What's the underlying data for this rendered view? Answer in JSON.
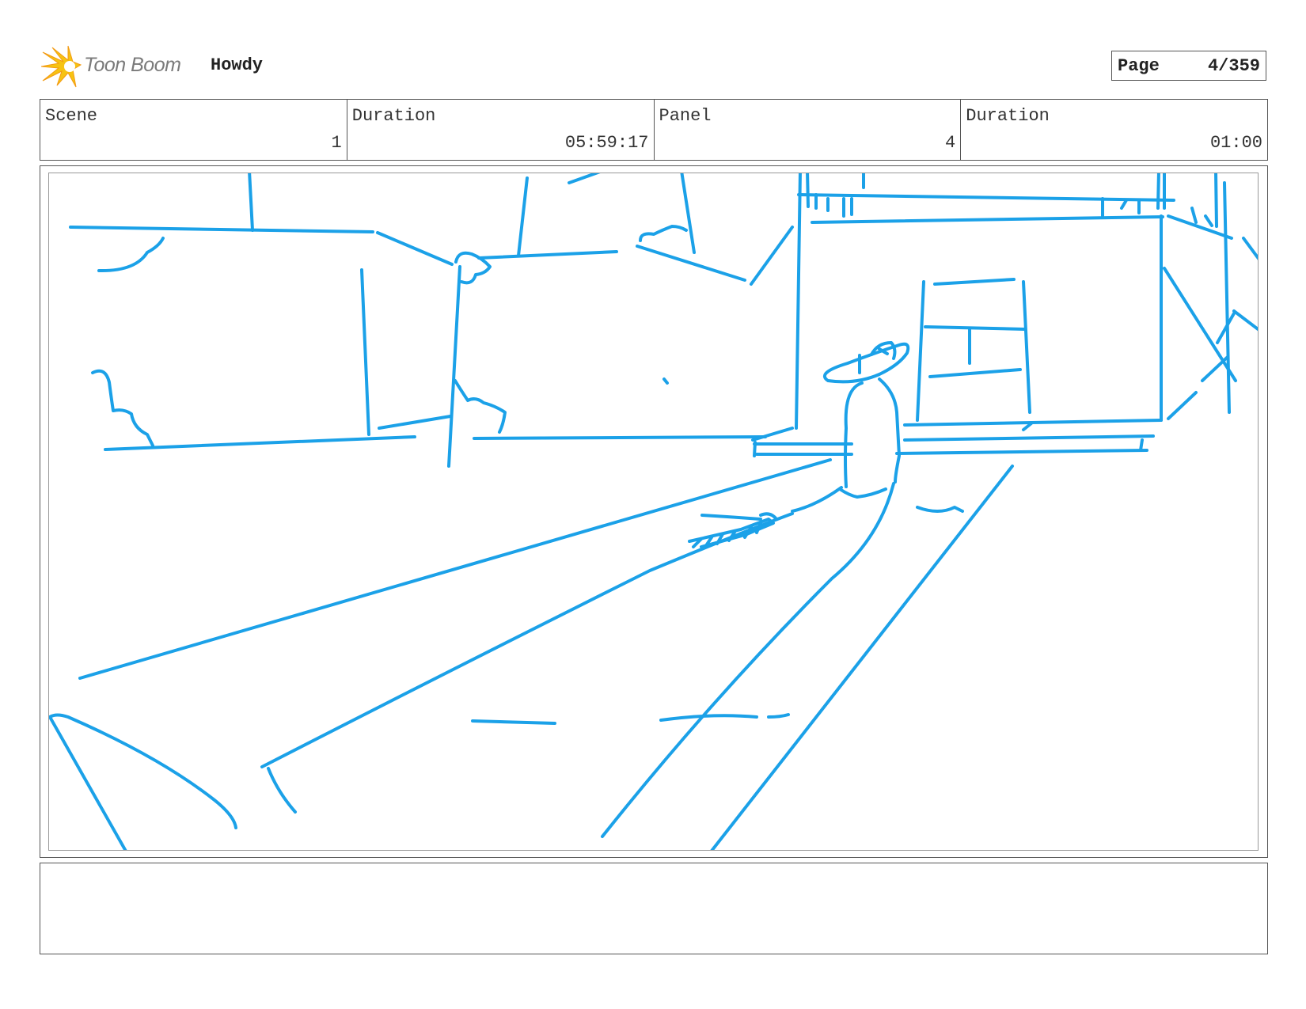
{
  "header": {
    "logo_text": "Toon Boom",
    "project_title": "Howdy",
    "page_label": "Page",
    "page_value": "4/359"
  },
  "info": {
    "scene_label": "Scene",
    "scene_value": "1",
    "scene_duration_label": "Duration",
    "scene_duration_value": "05:59:17",
    "panel_label": "Panel",
    "panel_value": "4",
    "panel_duration_label": "Duration",
    "panel_duration_value": "01:00"
  },
  "notes": {
    "text": ""
  },
  "colors": {
    "sketch": "#1ba1e8",
    "logo_yellow": "#f6c313",
    "logo_orange": "#f39a12",
    "border": "#555555"
  }
}
